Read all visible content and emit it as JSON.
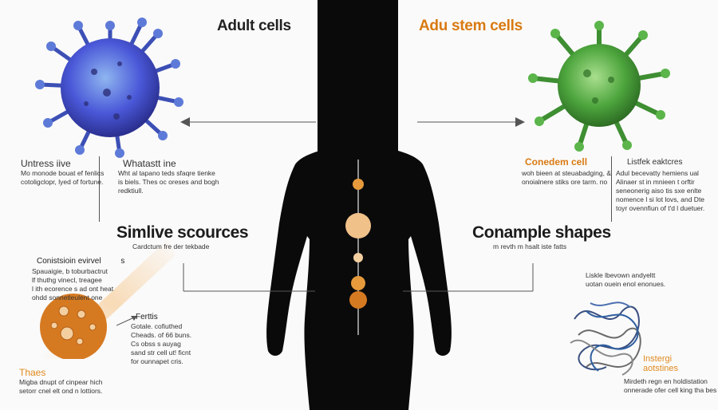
{
  "colors": {
    "orange": "#d97a12",
    "blue": "#4a58d8",
    "green": "#4da53d",
    "silhouette": "#0a0a0a",
    "dot": "#e69a3c",
    "dot_light": "#f0c28a"
  },
  "top_left_title": "Adult cells",
  "top_right_title": "Adu stem cells",
  "left_block": {
    "title": "Untress iive",
    "text": "Mo monode bouat ef fenlics\ncotoligclopr, lyed of fortune."
  },
  "middle_left_block": {
    "title": "Whatastt ine",
    "text": "Wht al tapano teds sfaqre tienke\nis biels. Thes oc oreses and bogh\nredktiull."
  },
  "left_heading": {
    "title": "Simlive scources",
    "text": "Cardctum fre der tekbade"
  },
  "lower_left_block": {
    "title": "Conistsioin evirvel",
    "tail": "s",
    "text": "Spauaigie,  b toburbactrut\nlf thuthg vinecl, treagee\nl ith ecorence s ad ont heat\nohdd sonnetleulent one"
  },
  "bottom_left": {
    "title": "Thaes",
    "text": "Migba dnupt of cinpear hich\nsetorr cnel elt ond n lottiors."
  },
  "callout_left": {
    "title": "Ferttis",
    "text": "Gotale.  cofiuthed\nCheads. of 66 buns.\nCs obss s auyag\nsand str cell ut! ficnt\nfor ounnapet cris."
  },
  "right_block_one": {
    "title": "Conedem cell",
    "text": "woh bieen at steuabadging, &\nonoialnere stiks ore tarm. no"
  },
  "right_block_two": {
    "title": "Listfek eaktcres",
    "text": "Adul becevatty hemiens ual\nAlinaer st in mnieen t orftir\nseneonerig aiso tis sxe enlte\nnomence l si lot lovs, and Dte\ntoyr ovennfiun of t'd l duetuer."
  },
  "right_heading": {
    "title": "Conample shapes",
    "text": "m revth m hsalt iste fatts"
  },
  "right_mid": {
    "text": "Liskle lbevown andyeltt\nuotan ouein enol enonues."
  },
  "bottom_right": {
    "title": "Instergi\naotstines",
    "text": "Mirdeth regn en holdistation\nonnerade ofer cell king tha bes"
  }
}
